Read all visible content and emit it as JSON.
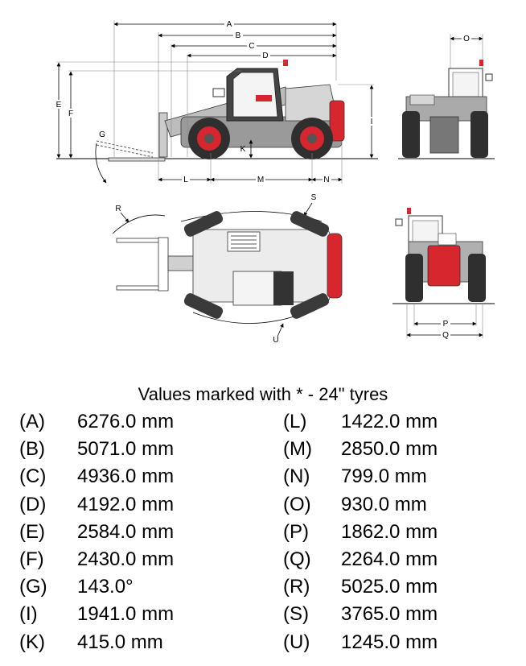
{
  "dimension_letters": [
    "A",
    "B",
    "C",
    "D",
    "E",
    "F",
    "G",
    "I",
    "K",
    "L",
    "M",
    "N",
    "O",
    "P",
    "Q",
    "R",
    "S",
    "U"
  ],
  "note": "Values marked with * - 24\" tyres",
  "specs_left": [
    {
      "letter": "(A)",
      "value": "6276.0 mm"
    },
    {
      "letter": "(B)",
      "value": "5071.0 mm"
    },
    {
      "letter": "(C)",
      "value": "4936.0 mm"
    },
    {
      "letter": "(D)",
      "value": "4192.0 mm"
    },
    {
      "letter": "(E)",
      "value": "2584.0 mm"
    },
    {
      "letter": "(F)",
      "value": "2430.0 mm"
    },
    {
      "letter": "(G)",
      "value": "143.0°"
    },
    {
      "letter": "(I)",
      "value": "1941.0 mm"
    },
    {
      "letter": "(K)",
      "value": "415.0 mm"
    }
  ],
  "specs_right": [
    {
      "letter": "(L)",
      "value": "1422.0 mm"
    },
    {
      "letter": "(M)",
      "value": "2850.0 mm"
    },
    {
      "letter": "(N)",
      "value": "799.0 mm"
    },
    {
      "letter": "(O)",
      "value": "930.0 mm"
    },
    {
      "letter": "(P)",
      "value": "1862.0 mm"
    },
    {
      "letter": "(Q)",
      "value": "2264.0 mm"
    },
    {
      "letter": "(R)",
      "value": "5025.0 mm"
    },
    {
      "letter": "(S)",
      "value": "3765.0 mm"
    },
    {
      "letter": "(U)",
      "value": "1245.0 mm"
    }
  ],
  "colors": {
    "accent": "#d8262e",
    "dark": "#3a3a3a",
    "mid": "#8a8a8a",
    "light": "#e6e6e6"
  }
}
